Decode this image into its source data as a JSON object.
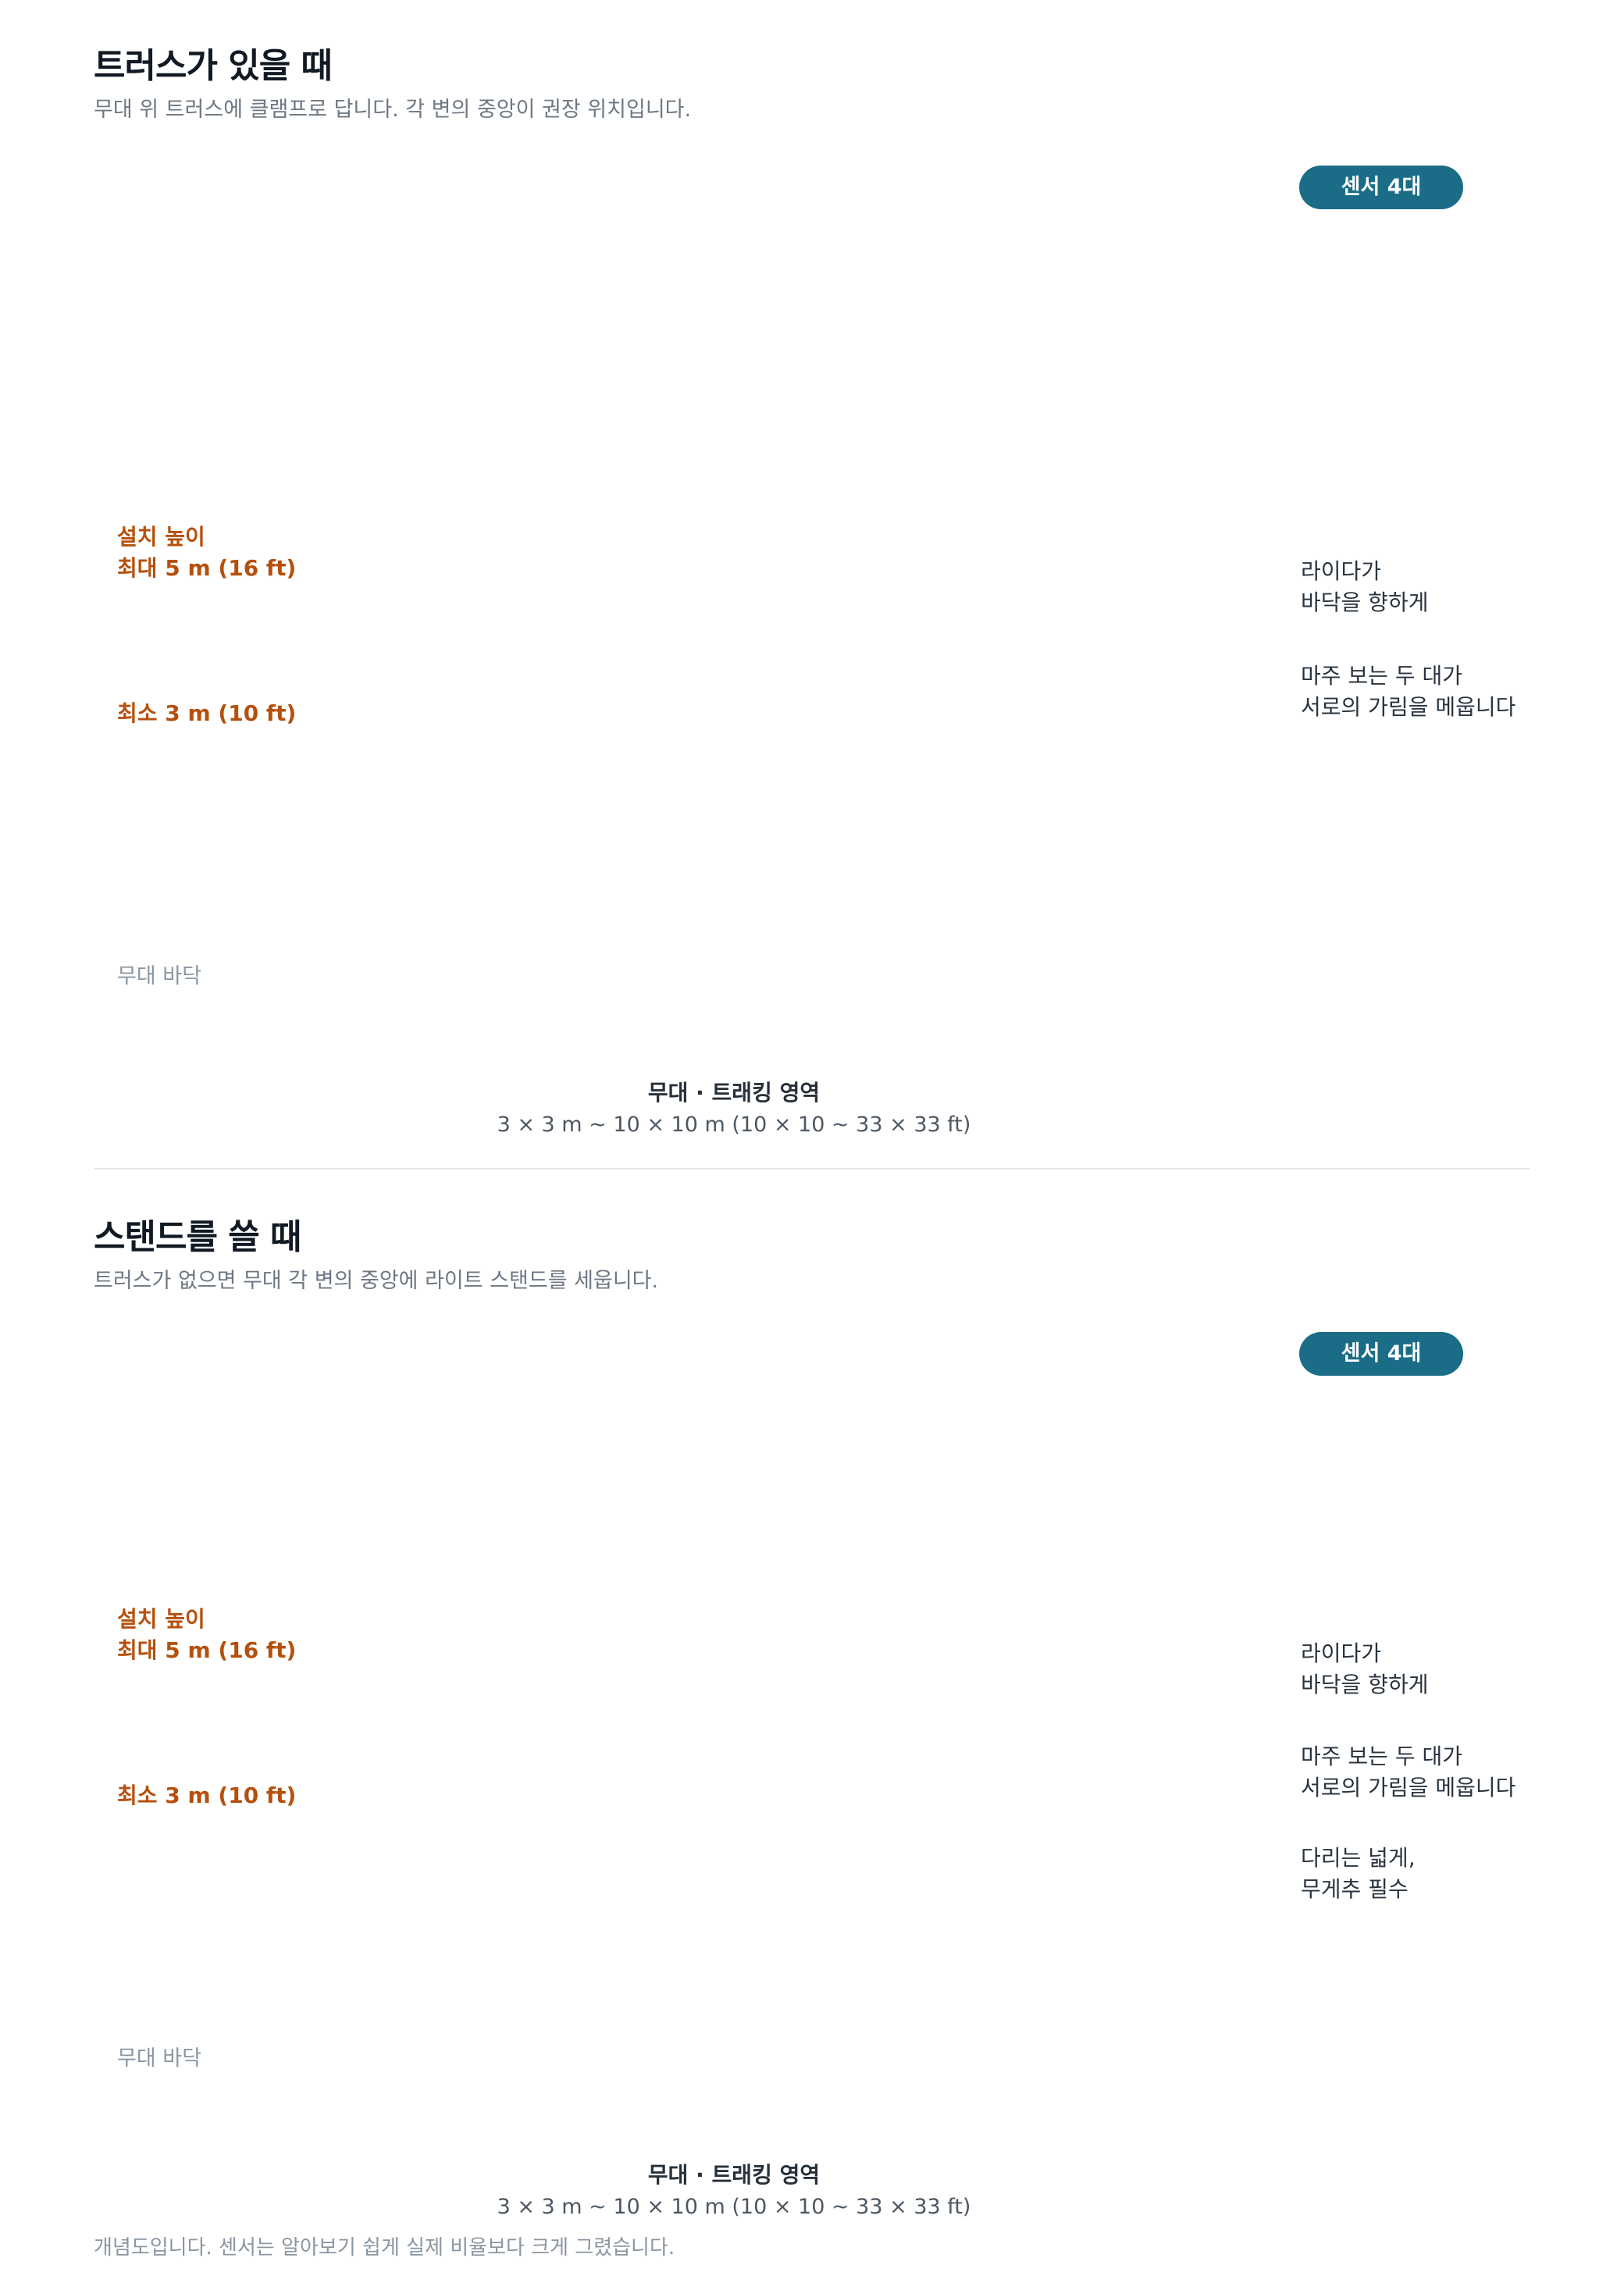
{
  "section1": {
    "title": "트러스가 있을 때",
    "subtitle": "무대 위 트러스에 클램프로 답니다. 각 변의 중앙이 권장 위치입니다.",
    "badge": "센서 4대",
    "height_label": {
      "line1": "설치 높이",
      "line2": "최대 5 m (16 ft)",
      "min": "최소 3 m (10 ft)",
      "floor": "무대 바닥"
    },
    "notes": [
      {
        "line1": "라이다가",
        "line2": "바닥을 향하게"
      },
      {
        "line1": "마주 보는 두 대가",
        "line2": "서로의 가림을 메웁니다"
      }
    ],
    "area_title": "무대 · 트래킹 영역",
    "area_size": "3 × 3 m ~ 10 × 10 m (10 × 10 ~ 33 × 33 ft)"
  },
  "section2": {
    "title": "스탠드를 쓸 때",
    "subtitle": "트러스가 없으면 무대 각 변의 중앙에 라이트 스탠드를 세웁니다.",
    "badge": "센서 4대",
    "height_label": {
      "line1": "설치 높이",
      "line2": "최대 5 m (16 ft)",
      "min": "최소 3 m (10 ft)",
      "floor": "무대 바닥"
    },
    "notes": [
      {
        "line1": "라이다가",
        "line2": "바닥을 향하게"
      },
      {
        "line1": "마주 보는 두 대가",
        "line2": "서로의 가림을 메웁니다"
      },
      {
        "line1": "다리는 넓게,",
        "line2": "무게추 필수"
      }
    ],
    "area_title": "무대 · 트래킹 영역",
    "area_size": "3 × 3 m ~ 10 × 10 m (10 × 10 ~ 33 × 33 ft)"
  },
  "footer": "개념도입니다. 센서는 알아보기 쉽게 실제 비율보다 크게 그렸습니다.",
  "colors": {
    "accent": "#1b6d87",
    "height": "#b5500c",
    "stage_fill": "#b9dce6",
    "truss": "#5f6b78",
    "beam": "#7fd0e0"
  },
  "icons": [
    "lidar-sensor-icon",
    "clamp-icon",
    "light-stand-icon",
    "sandbag-icon",
    "truss-icon"
  ]
}
